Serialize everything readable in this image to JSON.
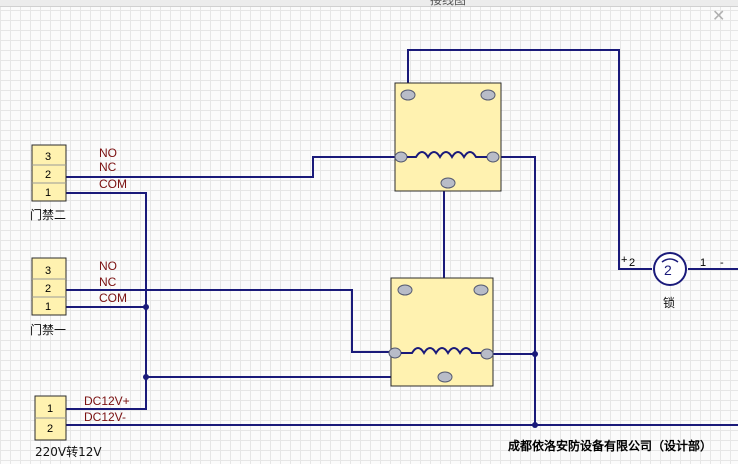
{
  "window": {
    "title": "接线图",
    "close_icon": "close-icon"
  },
  "connectors": {
    "door2": {
      "name": "门禁二",
      "pins": [
        "3",
        "2",
        "1"
      ],
      "signals": [
        "NO",
        "NC",
        "COM"
      ]
    },
    "door1": {
      "name": "门禁一",
      "pins": [
        "3",
        "2",
        "1"
      ],
      "signals": [
        "NO",
        "NC",
        "COM"
      ]
    },
    "power": {
      "name": "220V转12V",
      "pins": [
        "1",
        "2"
      ],
      "signals": [
        "DC12V+",
        "DC12V-"
      ]
    }
  },
  "lock": {
    "name": "锁",
    "symbol": "2",
    "pin_plus": "2",
    "pin_minus": "1",
    "plus_sign": "+",
    "minus_sign": "-"
  },
  "footer": {
    "company": "成都依洛安防设备有限公司（设计部）"
  },
  "colors": {
    "wire": "#1a1a7a",
    "component_fill": "#fff2b0",
    "label": "#7a1010"
  }
}
